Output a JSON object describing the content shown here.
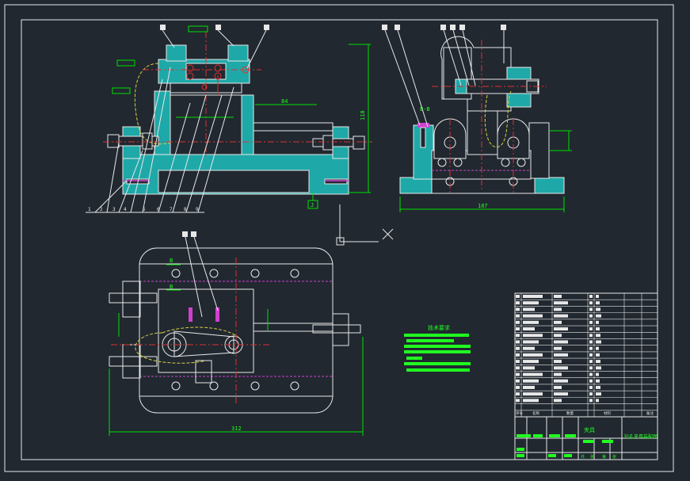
{
  "colors": {
    "background": "#212830",
    "frame": "#e8e8e8",
    "part": "#e8e8e8",
    "section_fill": "#1fa8a8",
    "dimension": "#00e000",
    "centerline": "#e03030",
    "hidden": "#d040d0",
    "spring": "#d8d040",
    "green_text": "#20ff20"
  },
  "labels": {
    "section_view": "B-B",
    "datum_tag": "J",
    "section_b_top": "B",
    "section_b_bottom": "B",
    "dim_overall_width": "312",
    "dim_right_width": "187",
    "dim_height": "110",
    "dim_gap": "84"
  },
  "balloons": [
    "1",
    "2",
    "3",
    "4",
    "5",
    "6",
    "7",
    "8",
    "9"
  ],
  "notes": {
    "title": "技术要求",
    "lines": [
      "",
      "",
      "",
      "",
      "",
      ""
    ]
  },
  "title_block": {
    "drawing_name": "钻孔夹具装配图",
    "mark": "夹具",
    "headers": [
      "序号",
      "名称",
      "数量",
      "材料",
      "备注"
    ],
    "footer": [
      "共",
      "张",
      "第",
      "张"
    ]
  }
}
